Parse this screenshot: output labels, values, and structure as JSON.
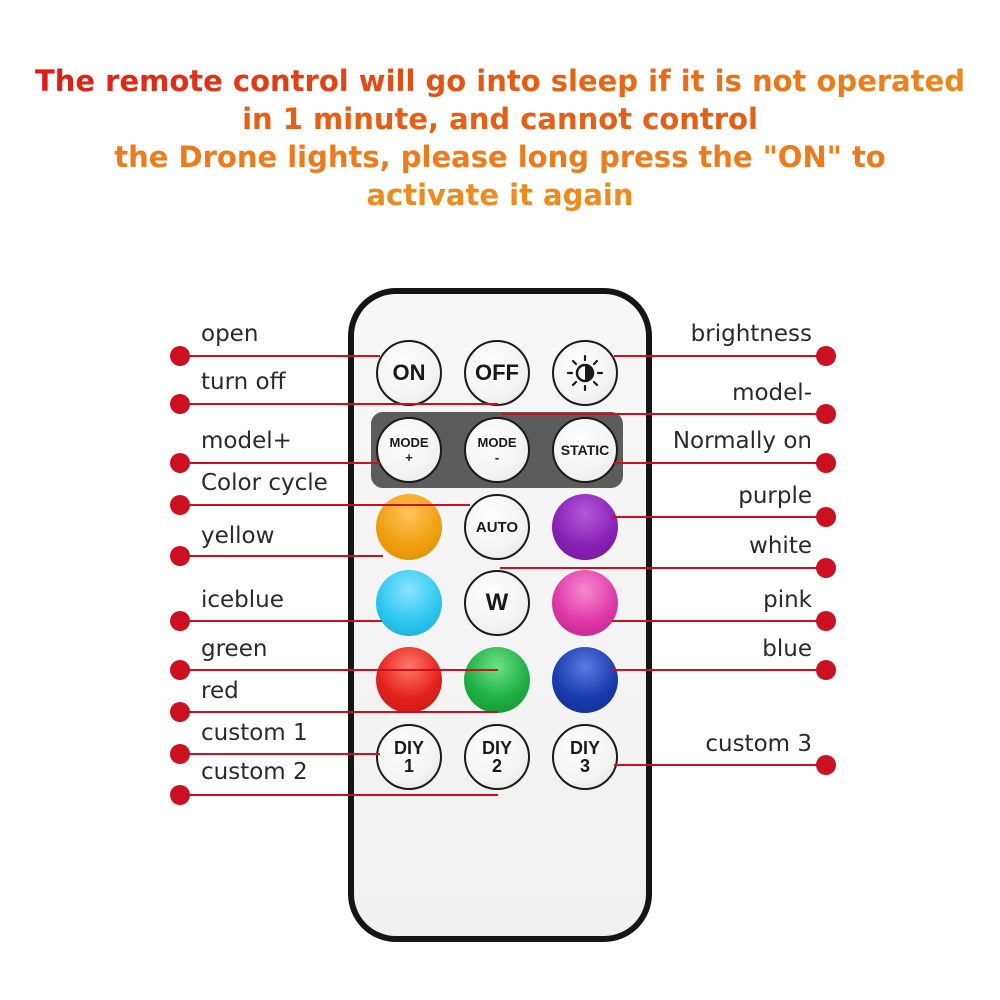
{
  "notice": {
    "line1": "The remote control will go into sleep if it is not operated",
    "line2": "in 1 minute, and cannot control",
    "line3": "the Drone lights, please long press the \"ON\" to",
    "line4": "activate it again"
  },
  "buttons": {
    "on": "ON",
    "off": "OFF",
    "mode_plus_top": "MODE",
    "mode_plus_bottom": "+",
    "mode_minus_top": "MODE",
    "mode_minus_bottom": "-",
    "static": "STATIC",
    "auto": "AUTO",
    "w": "W",
    "diy1_top": "DIY",
    "diy1_bottom": "1",
    "diy2_top": "DIY",
    "diy2_bottom": "2",
    "diy3_top": "DIY",
    "diy3_bottom": "3"
  },
  "colors": {
    "yellow": "#f0a010",
    "purple": "#8a22b8",
    "iceblue": "#2ec8f0",
    "pink": "#e03aa8",
    "red": "#e3221c",
    "green": "#1fb043",
    "blue": "#1a3cae",
    "leader": "#cc1020"
  },
  "labels_left": {
    "open": "open",
    "turn_off": "turn off",
    "model_plus": "model+",
    "color_cycle": "Color cycle",
    "yellow": "yellow",
    "iceblue": "iceblue",
    "green": "green",
    "red": "red",
    "custom1": "custom 1",
    "custom2": "custom 2"
  },
  "labels_right": {
    "brightness": "brightness",
    "model_minus": "model-",
    "normally_on": "Normally on",
    "purple": "purple",
    "white": "white",
    "pink": "pink",
    "blue": "blue",
    "custom3": "custom 3"
  }
}
